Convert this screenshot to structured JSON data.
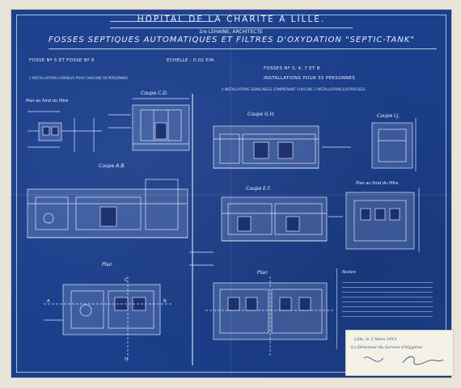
{
  "header": {
    "title": "HOPITAL DE LA CHARITE A LILLE.",
    "subtitle": "1re LEHAINE, ARCHITECTE",
    "main_title": "FOSSES SEPTIQUES AUTOMATIQUES ET FILTRES D'OXYDATION \"SEPTIC-TANK\""
  },
  "left_block": {
    "heading": "FOSSE Nº 5 ET FOSSE Nº 6",
    "scale": "ECHELLE : 0,02 P.M.",
    "description": "2 INSTALLATIONS CAPABLES POUR CHACUNE 56 PERSONNES"
  },
  "right_block": {
    "heading": "FOSSES Nº 3, 4, 7 ET 8",
    "subheading": "INSTALLATIONS POUR 55 PERSONNES",
    "description": "4 INSTALLATIONS SEMBLABLES COMPRENANT CHACUNE 2 INSTALLATIONS JUXTAPOSEES"
  },
  "drawing_labels": {
    "plan_filtre_left": "Plan au fond du filtre",
    "coupe_cd": "Coupe C.D.",
    "coupe_ab": "Coupe A.B.",
    "plan_left": "Plan",
    "coupe_gh": "Coupe G.H.",
    "coupe_ij": "Coupe I.J.",
    "coupe_ef": "Coupe E.F.",
    "plan_filtre_right": "Plan au fond du filtre",
    "plan_right": "Plan"
  },
  "section_letters": [
    "A",
    "B",
    "C",
    "D"
  ],
  "notes_heading": "Notes",
  "signature": {
    "line1": "Lille, le 2 Mars 1913",
    "line2": "Le Directeur du Service d'Hygiène",
    "signed": "Signature"
  }
}
